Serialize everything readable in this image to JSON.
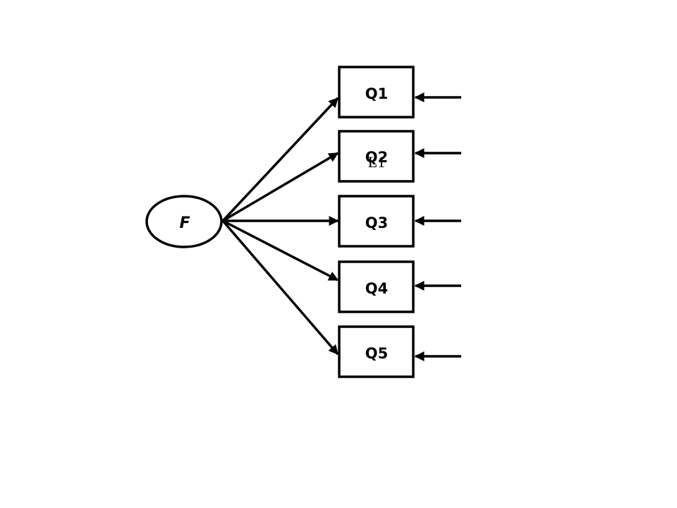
{
  "diagram": {
    "factor": {
      "label": "F"
    },
    "indicators": [
      {
        "label": "Q1"
      },
      {
        "label": "Q2"
      },
      {
        "label": "Q3"
      },
      {
        "label": "Q4"
      },
      {
        "label": "Q5"
      }
    ],
    "overlap_text": "L1"
  }
}
